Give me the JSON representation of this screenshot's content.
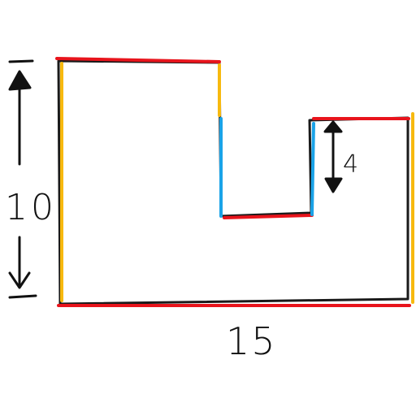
{
  "diagram": {
    "height_label": "10",
    "width_label": "15",
    "notch_depth_label": "4"
  },
  "colors": {
    "outline": "#1a1a1a",
    "horizontal_edges": "#e8141c",
    "outer_vertical_edges": "#f7b90f",
    "inner_vertical_edges": "#1aa3e8",
    "arrows": "#111111"
  }
}
